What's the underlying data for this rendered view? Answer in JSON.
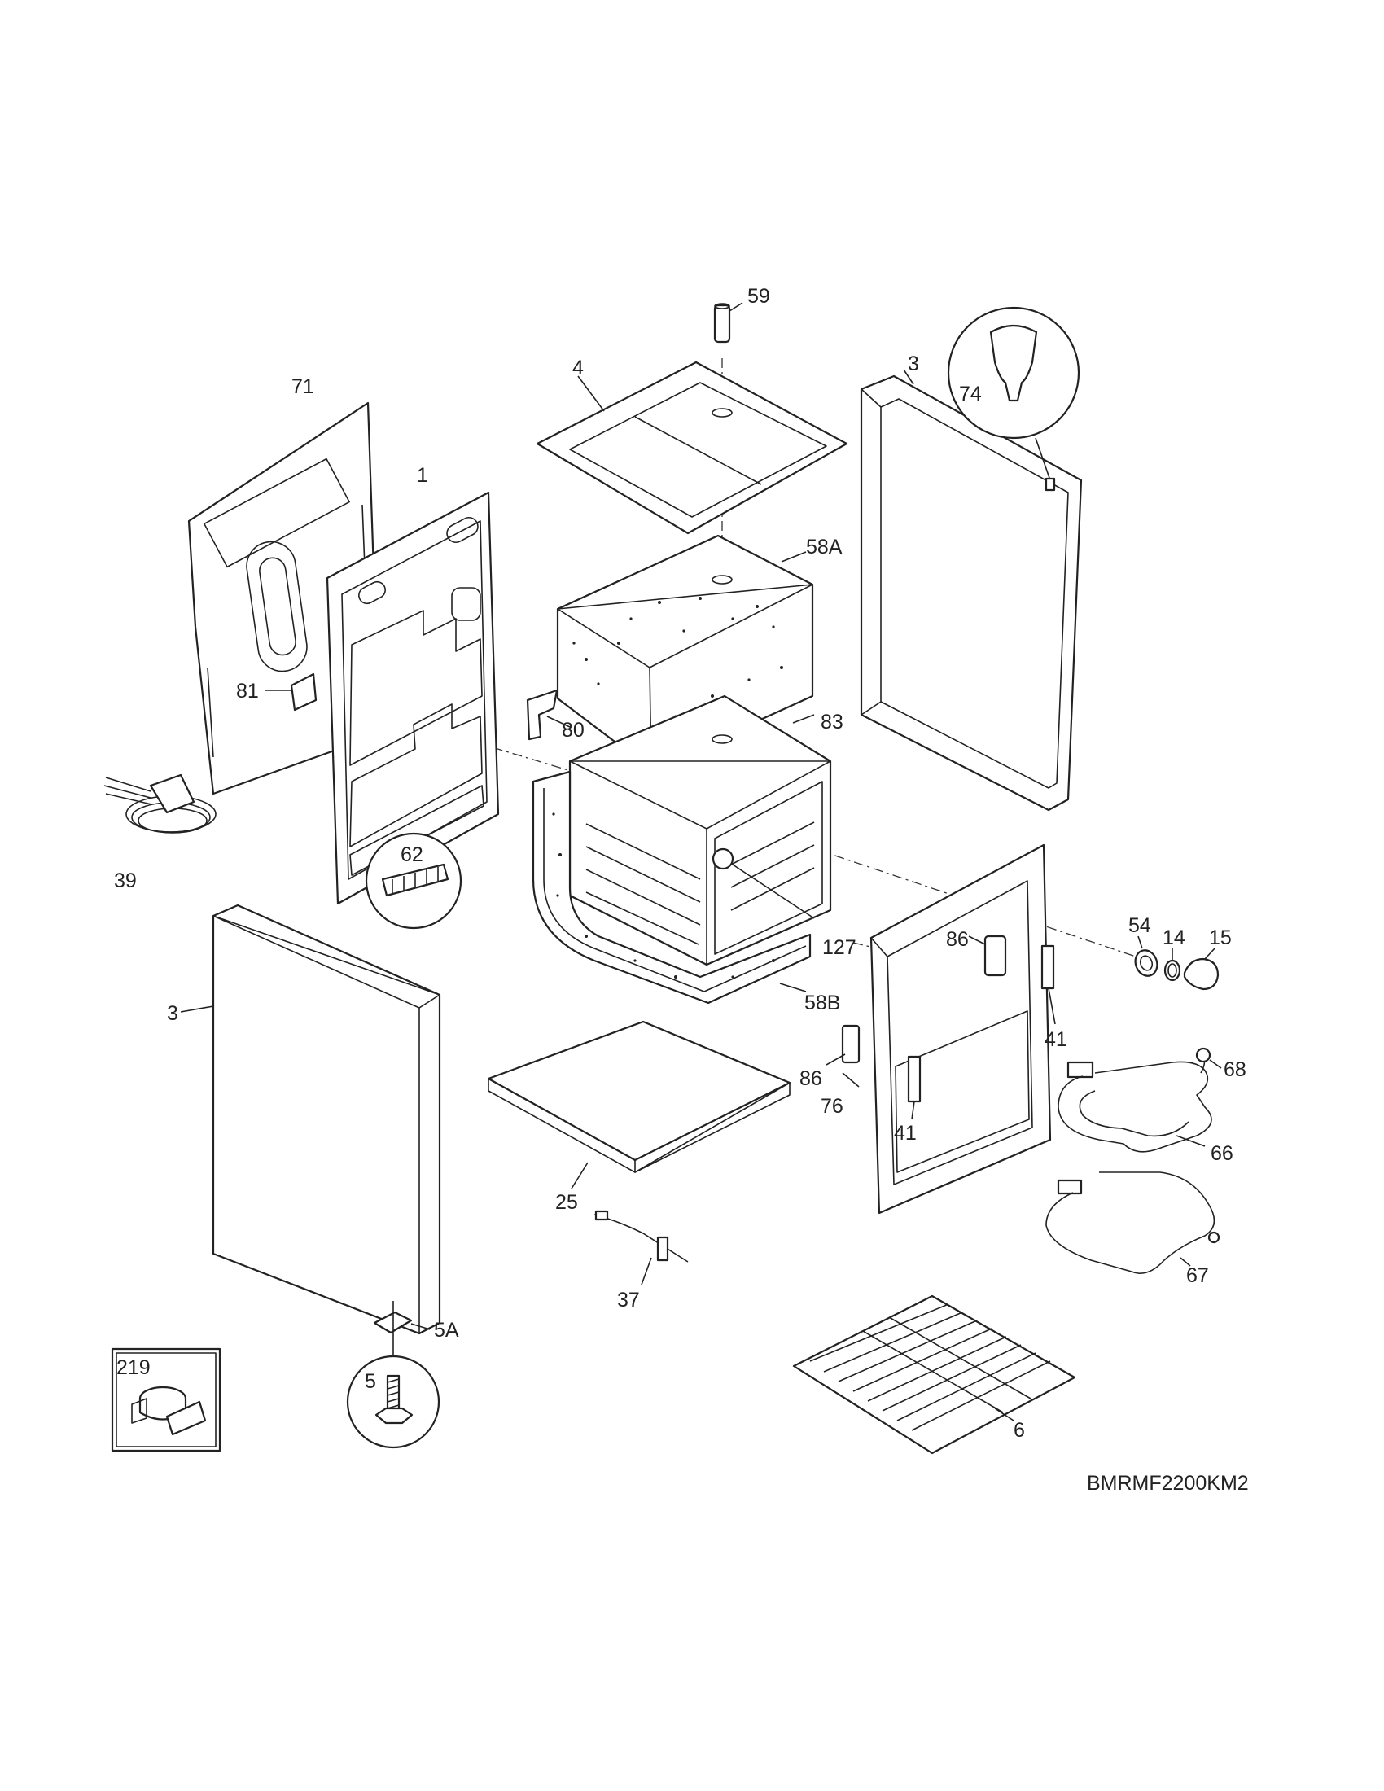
{
  "diagram": {
    "model_code": "BMRMF2200KM2",
    "parts": [
      {
        "id": "p59",
        "label": "59"
      },
      {
        "id": "p4",
        "label": "4"
      },
      {
        "id": "p3_top",
        "label": "3"
      },
      {
        "id": "p74",
        "label": "74"
      },
      {
        "id": "p71",
        "label": "71"
      },
      {
        "id": "p1",
        "label": "1"
      },
      {
        "id": "p58A",
        "label": "58A"
      },
      {
        "id": "p81",
        "label": "81"
      },
      {
        "id": "p80",
        "label": "80"
      },
      {
        "id": "p83",
        "label": "83"
      },
      {
        "id": "p39",
        "label": "39"
      },
      {
        "id": "p62",
        "label": "62"
      },
      {
        "id": "p127",
        "label": "127"
      },
      {
        "id": "p86_right",
        "label": "86"
      },
      {
        "id": "p54",
        "label": "54"
      },
      {
        "id": "p14",
        "label": "14"
      },
      {
        "id": "p15",
        "label": "15"
      },
      {
        "id": "p3_left",
        "label": "3"
      },
      {
        "id": "p58B",
        "label": "58B"
      },
      {
        "id": "p41_right",
        "label": "41"
      },
      {
        "id": "p68",
        "label": "68"
      },
      {
        "id": "p86_left",
        "label": "86"
      },
      {
        "id": "p76",
        "label": "76"
      },
      {
        "id": "p66",
        "label": "66"
      },
      {
        "id": "p41_left",
        "label": "41"
      },
      {
        "id": "p25",
        "label": "25"
      },
      {
        "id": "p67",
        "label": "67"
      },
      {
        "id": "p37",
        "label": "37"
      },
      {
        "id": "p5A",
        "label": "5A"
      },
      {
        "id": "p219",
        "label": "219"
      },
      {
        "id": "p5",
        "label": "5"
      },
      {
        "id": "p6",
        "label": "6"
      }
    ]
  }
}
